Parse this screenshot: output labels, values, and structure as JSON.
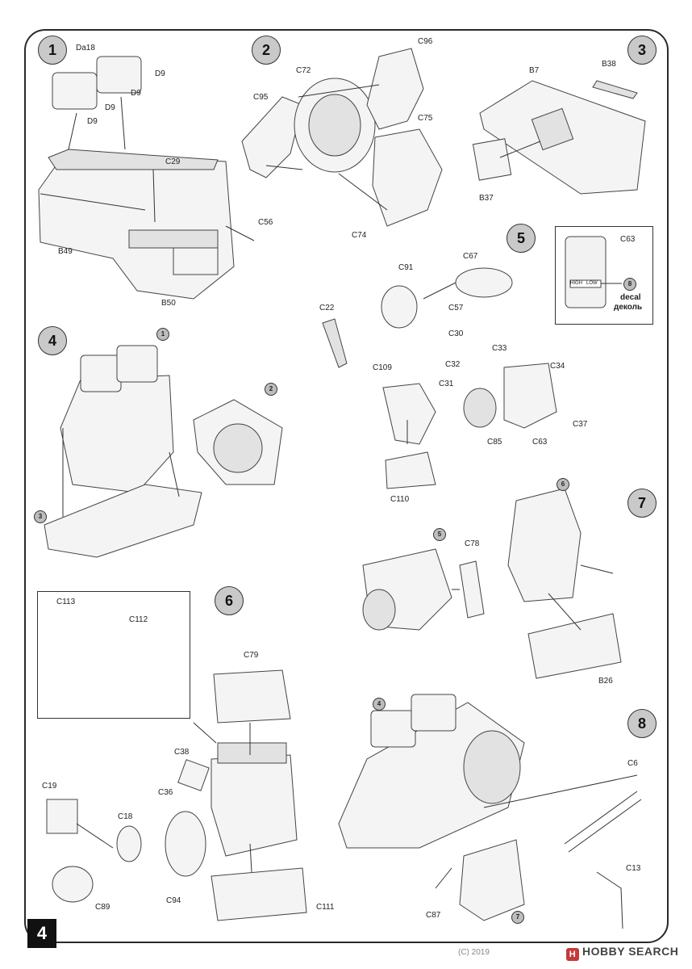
{
  "page": {
    "number": "4"
  },
  "watermark": {
    "logo": "H",
    "text": "HOBBY SEARCH",
    "sub": "(C) 2019"
  },
  "steps": {
    "s1": "1",
    "s2": "2",
    "s3": "3",
    "s4": "4",
    "s5": "5",
    "s6": "6",
    "s7": "7",
    "s8": "8"
  },
  "parts": {
    "s1": {
      "da18": "Da18",
      "d9a": "D9",
      "d9b": "D9",
      "d9c": "D9",
      "d9d": "D9",
      "c29": "C29",
      "c56": "C56",
      "b49": "B49",
      "b50": "B50"
    },
    "s2": {
      "c96": "C96",
      "c72": "C72",
      "c95": "C95",
      "c75": "C75",
      "c74": "C74"
    },
    "s3": {
      "b38": "B38",
      "b7": "B7",
      "b37": "B37"
    },
    "s4": {
      "sub1": "1",
      "sub2": "2",
      "sub3": "3"
    },
    "s5": {
      "c67": "C67",
      "c91": "C91",
      "c22": "C22",
      "c57": "C57",
      "c30": "C30",
      "c32": "C32",
      "c109": "C109",
      "c31": "C31",
      "c110": "C110",
      "c33": "C33",
      "c34": "C34",
      "c85": "C85",
      "c63": "C63",
      "c37": "C37"
    },
    "decal": {
      "part": "C63",
      "num": "8",
      "text1": "decal",
      "text2": "деколь",
      "high": "HIGH",
      "low": "LOW"
    },
    "s6": {
      "c113": "C113",
      "c112": "C112",
      "c79": "C79",
      "c38": "C38",
      "c36": "C36",
      "c19": "C19",
      "c18": "C18",
      "c89": "C89",
      "c94": "C94",
      "c111": "C111"
    },
    "s7": {
      "sub6": "6",
      "sub5": "5",
      "c78": "C78",
      "b26": "B26"
    },
    "s8": {
      "sub4": "4",
      "c6": "C6",
      "c13": "C13",
      "c87": "C87",
      "sub7": "7"
    }
  }
}
